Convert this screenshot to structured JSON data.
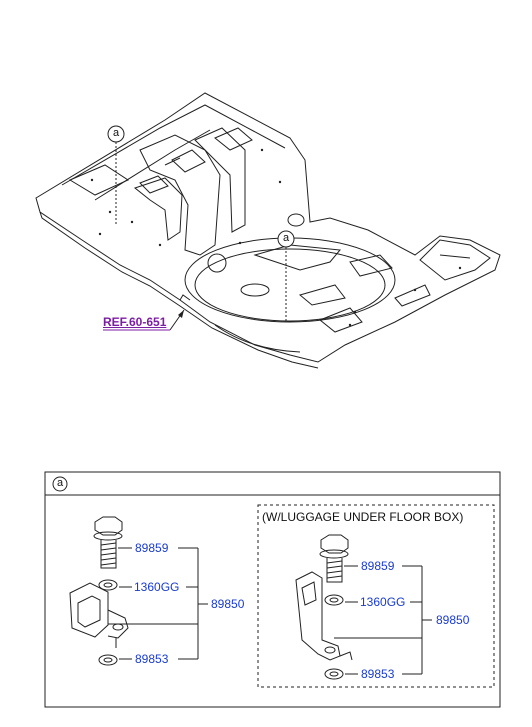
{
  "reference": {
    "label": "REF.60-651"
  },
  "callouts": {
    "marker": "a"
  },
  "detail_panel": {
    "header_marker": "a",
    "standard_group": {
      "bolt": "89859",
      "washer": "1360GG",
      "assembly": "89850",
      "lower_washer": "89853"
    },
    "luggage_box_group": {
      "title": "(W/LUGGAGE UNDER FLOOR BOX)",
      "bolt": "89859",
      "washer": "1360GG",
      "assembly": "89850",
      "lower_washer": "89853"
    }
  },
  "colors": {
    "line": "#222222",
    "part_number": "#1a3cc8",
    "reference": "#7b1fa2"
  }
}
